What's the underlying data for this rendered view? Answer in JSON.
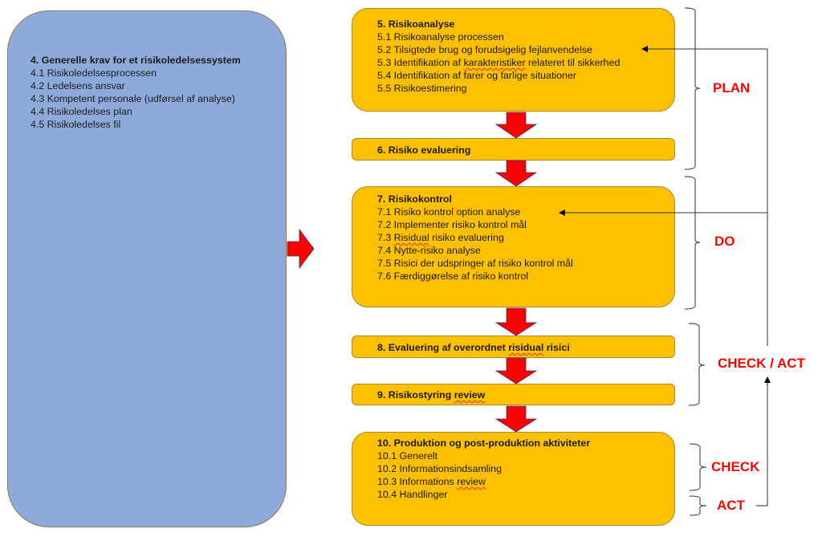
{
  "left_box": {
    "title": "4. Generelle krav for et risikoledelsessystem",
    "items": [
      "4.1 Risikoledelsesprocessen",
      "4.2 Ledelsens ansvar",
      "4.3 Kompetent personale (udførsel af analyse)",
      "4.4 Risikoledelses plan",
      "4.5 Risikoledelses fil"
    ]
  },
  "steps": {
    "s5": {
      "title": "5. Risikoanalyse",
      "items": [
        "5.1 Risikoanalyse processen",
        "5.2 Tilsigtede brug og forudsigelig fejlanvendelse",
        "5.3 Identifikation af ",
        "karakteristiker",
        " relateret til sikkerhed",
        "5.4 Identifikation af farer og farlige situationer",
        "5.5 Risikoestimering"
      ]
    },
    "s6": {
      "title": "6. Risiko evaluering"
    },
    "s7": {
      "title": "7. Risikokontrol",
      "items": [
        "7.1 Risiko kontrol option analyse",
        "7.2 Implementer risiko kontrol mål",
        "7.3 ",
        "Risidual",
        " risiko evaluering",
        "7.4 Nytte-risiko analyse",
        "7.5 Risici der udspringer af risiko kontrol mål",
        "7.6 Færdiggørelse af risiko kontrol"
      ]
    },
    "s8": {
      "title_a": "8. Evaluering af overordnet ",
      "title_b": "risidual",
      "title_c": " risici"
    },
    "s9": {
      "title_a": "9. Risikostyring ",
      "title_b": "review"
    },
    "s10": {
      "title": "10. Produktion og post-produktion aktiviteter",
      "items": [
        "10.1 Generelt",
        "10.2 Informationsindsamling",
        "10.3 Informations ",
        "review",
        "10.4 Handlinger"
      ]
    }
  },
  "phases": {
    "plan": "PLAN",
    "do": "DO",
    "check_act": "CHECK / ACT",
    "check": "CHECK",
    "act": "ACT"
  },
  "colors": {
    "blue_fill": "#8eaadb",
    "orange_fill": "#ffc000",
    "arrow_red": "#ff0000",
    "phase_red": "#ff0000"
  }
}
